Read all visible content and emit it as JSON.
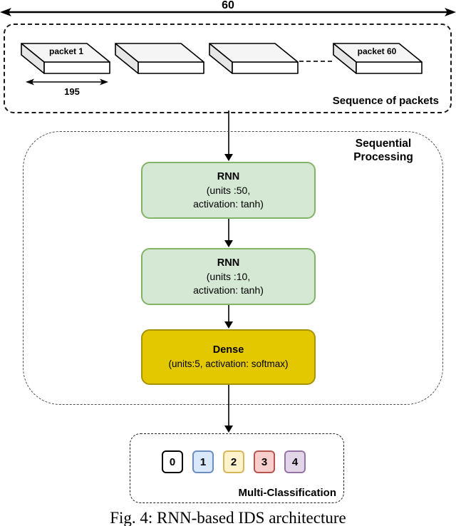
{
  "figure": {
    "caption": "Fig. 4: RNN-based IDS architecture"
  },
  "measures": {
    "sequence_length": "60",
    "packet_width": "195"
  },
  "packets": {
    "box_label": "Sequence of packets",
    "first_packet_label": "packet 1",
    "last_packet_label": "packet 60"
  },
  "sequential": {
    "box_label": "Sequential\nProcessing",
    "nodes": [
      {
        "title": "RNN",
        "subtitle": "(units :50,\nactivation: tanh)",
        "fill": "#d5e8d4",
        "border": "#82b366"
      },
      {
        "title": "RNN",
        "subtitle": "(units :10,\nactivation: tanh)",
        "fill": "#d5e8d4",
        "border": "#82b366"
      },
      {
        "title": "Dense",
        "subtitle": "(units:5, activation: softmax)",
        "fill": "#e3c800",
        "border": "#a89200"
      }
    ]
  },
  "classification": {
    "box_label": "Multi-Classification",
    "classes": [
      {
        "label": "0",
        "fill": "#ffffff",
        "border": "#000000"
      },
      {
        "label": "1",
        "fill": "#dae8fc",
        "border": "#6c8ebf"
      },
      {
        "label": "2",
        "fill": "#fff2cc",
        "border": "#d6b656"
      },
      {
        "label": "3",
        "fill": "#f8cecc",
        "border": "#b85450"
      },
      {
        "label": "4",
        "fill": "#e1d5e7",
        "border": "#9673a6"
      }
    ]
  }
}
